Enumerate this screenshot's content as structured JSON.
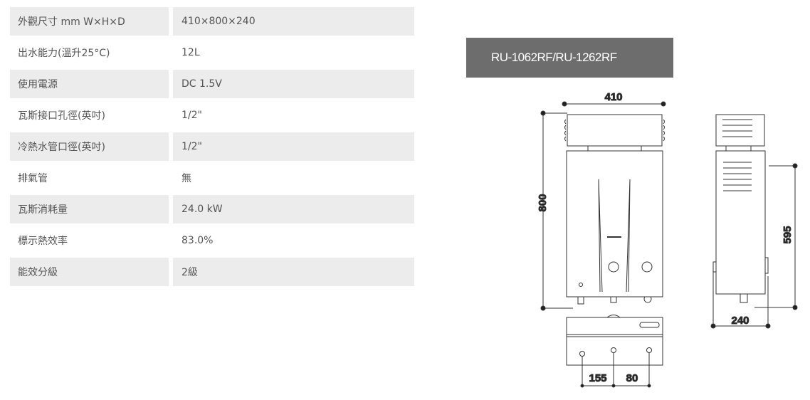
{
  "specs": [
    {
      "label": "外觀尺寸 mm W×H×D",
      "value": "410×800×240"
    },
    {
      "label": "出水能力(溫升25°C)",
      "value": "12L"
    },
    {
      "label": "使用電源",
      "value": "DC 1.5V"
    },
    {
      "label": "瓦斯接口孔徑(英吋)",
      "value": "1/2\""
    },
    {
      "label": "冷熱水管口徑(英吋)",
      "value": "1/2\""
    },
    {
      "label": "排氣管",
      "value": "無"
    },
    {
      "label": "瓦斯消耗量",
      "value": "24.0 kW"
    },
    {
      "label": "標示熱效率",
      "value": "83.0%"
    },
    {
      "label": "能效分級",
      "value": "2級"
    }
  ],
  "diagram": {
    "model": "RU-1062RF/RU-1262RF",
    "width_dim": "410",
    "height_dim": "800",
    "depth_dim": "240",
    "mount_dim": "595",
    "pipe_dim_1": "155",
    "pipe_dim_2": "80"
  }
}
